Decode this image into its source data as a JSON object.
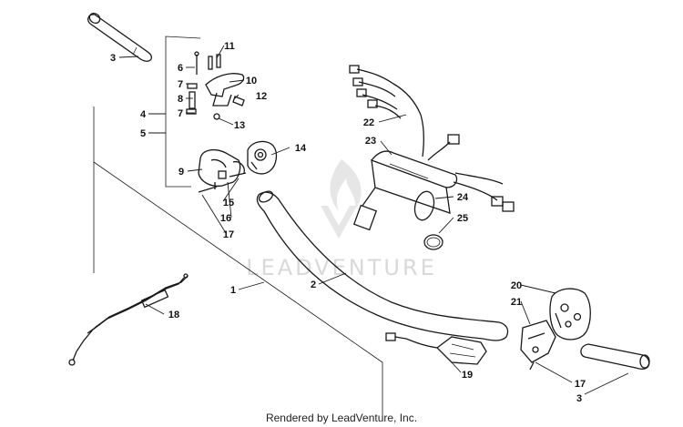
{
  "diagram": {
    "callouts": [
      {
        "id": "c1",
        "label": "1"
      },
      {
        "id": "c2",
        "label": "2"
      },
      {
        "id": "c3a",
        "label": "3"
      },
      {
        "id": "c3b",
        "label": "3"
      },
      {
        "id": "c4",
        "label": "4"
      },
      {
        "id": "c5",
        "label": "5"
      },
      {
        "id": "c6",
        "label": "6"
      },
      {
        "id": "c7a",
        "label": "7"
      },
      {
        "id": "c7b",
        "label": "7"
      },
      {
        "id": "c8",
        "label": "8"
      },
      {
        "id": "c9",
        "label": "9"
      },
      {
        "id": "c10",
        "label": "10"
      },
      {
        "id": "c11",
        "label": "11"
      },
      {
        "id": "c12",
        "label": "12"
      },
      {
        "id": "c13",
        "label": "13"
      },
      {
        "id": "c14",
        "label": "14"
      },
      {
        "id": "c15",
        "label": "15"
      },
      {
        "id": "c16",
        "label": "16"
      },
      {
        "id": "c17a",
        "label": "17"
      },
      {
        "id": "c17b",
        "label": "17"
      },
      {
        "id": "c18",
        "label": "18"
      },
      {
        "id": "c19",
        "label": "19"
      },
      {
        "id": "c20",
        "label": "20"
      },
      {
        "id": "c21",
        "label": "21"
      },
      {
        "id": "c22",
        "label": "22"
      },
      {
        "id": "c23",
        "label": "23"
      },
      {
        "id": "c24",
        "label": "24"
      },
      {
        "id": "c25",
        "label": "25"
      }
    ],
    "watermark": "LEADVENTURE",
    "footer": "Rendered by LeadVenture, Inc."
  }
}
